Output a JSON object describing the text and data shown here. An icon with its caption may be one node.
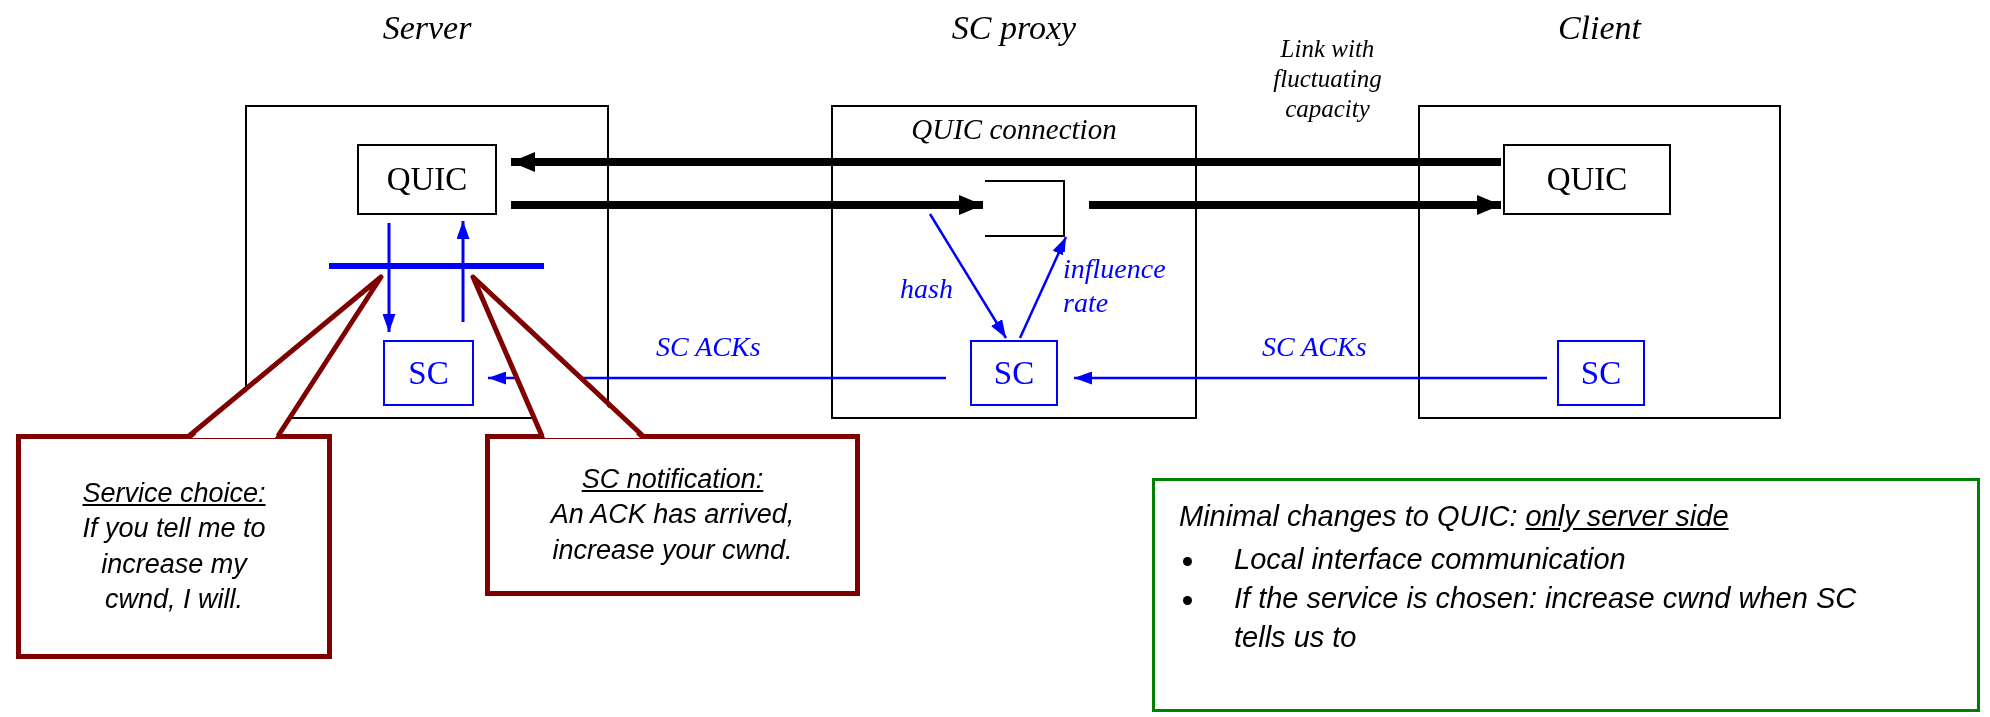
{
  "diagram": {
    "nodes": [
      {
        "text": [
          "Server"
        ]
      },
      {
        "text": [
          "QUIC"
        ],
        "in": 0
      },
      {
        "text": [
          "SC"
        ],
        "in": 0
      },
      {
        "text": [
          "SC proxy",
          "QUIC connection"
        ]
      },
      {
        "text": [],
        "shape": "bracket",
        "in": 3
      },
      {
        "text": [
          "SC"
        ],
        "in": 3
      },
      {
        "text": [
          "Client"
        ]
      },
      {
        "text": [
          "QUIC"
        ],
        "in": 6
      },
      {
        "text": [
          "SC"
        ],
        "in": 6
      },
      {
        "text": [
          "Service choice:",
          "If you tell me to increase my cwnd, I will."
        ]
      },
      {
        "text": [
          "SC notification:",
          "An ACK has arrived, increase your cwnd."
        ]
      },
      {
        "text": [
          "Minimal changes to QUIC:",
          "only server side",
          "Local interface communication",
          "If the service is chosen: increase cwnd when SC tells us to"
        ]
      },
      {
        "text": [],
        "shape": "bar",
        "in": 0
      }
    ],
    "edges": [
      {
        "from": 7,
        "to": 1,
        "arrow": "to",
        "style": "thick",
        "color": "#000000"
      },
      {
        "from": 1,
        "to": 4,
        "arrow": "to",
        "style": "thick",
        "color": "#000000"
      },
      {
        "from": 4,
        "to": 7,
        "arrow": "to",
        "style": "thick",
        "color": "#000000"
      },
      {
        "from": 1,
        "to": 2,
        "arrow": "to"
      },
      {
        "from": 2,
        "to": 1,
        "arrow": "to"
      },
      {
        "from": null,
        "to": 5,
        "arrow": "to",
        "label": "hash"
      },
      {
        "from": 5,
        "to": 4,
        "arrow": "to",
        "label": "influence rate"
      },
      {
        "from": 8,
        "to": 5,
        "arrow": "to",
        "label": "SC ACKs"
      },
      {
        "from": 5,
        "to": 2,
        "arrow": "to",
        "label": "SC ACKs"
      }
    ],
    "labels": [
      "Link with fluctuating capacity"
    ]
  }
}
